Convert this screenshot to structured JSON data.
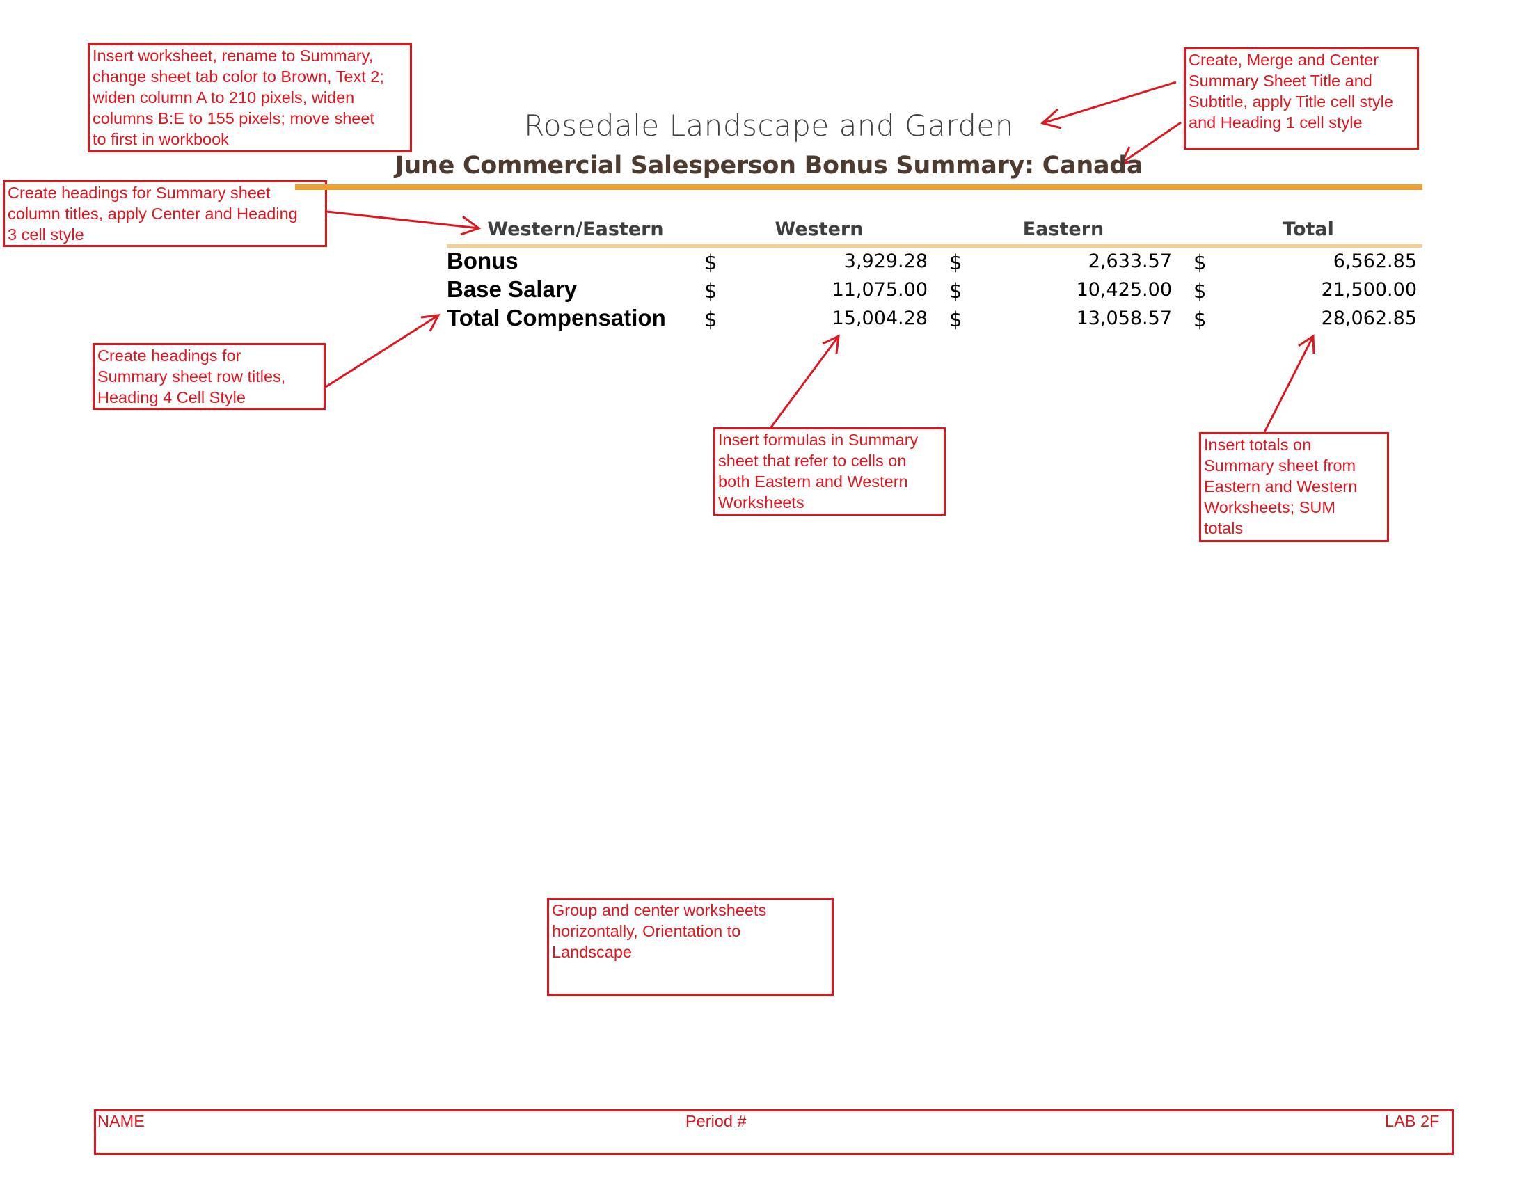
{
  "annotations": {
    "insert_worksheet": "Insert worksheet, rename to Summary,\nchange sheet tab color to Brown, Text 2;\nwiden column A to 210 pixels, widen\ncolumns B:E to 155 pixels; move sheet\nto first in workbook",
    "create_title": "Create, Merge and Center\nSummary Sheet Title and\nSubtitle, apply Title cell style\nand Heading 1 cell style",
    "column_headings": "Create headings for Summary sheet\ncolumn titles, apply Center and  Heading\n3 cell style",
    "row_headings": "Create headings for\nSummary sheet row titles,\nHeading 4 Cell Style",
    "insert_formulas": "Insert formulas in Summary\nsheet that refer to cells on\nboth Eastern and Western\nWorksheets",
    "insert_totals": "Insert totals on\nSummary sheet from\nEastern and Western\nWorksheets; SUM\ntotals",
    "group_center": "Group and center worksheets\nhorizontally, Orientation to\nLandscape"
  },
  "sheet": {
    "title": "Rosedale Landscape and Garden",
    "subtitle": "June Commercial Salesperson Bonus Summary: Canada",
    "column_headers": [
      "Western/Eastern",
      "Western",
      "Eastern",
      "Total"
    ],
    "currency_symbol": "$",
    "rows": [
      {
        "label": "Bonus",
        "western": "3,929.28",
        "eastern": "2,633.57",
        "total": "6,562.85"
      },
      {
        "label": "Base Salary",
        "western": "11,075.00",
        "eastern": "10,425.00",
        "total": "21,500.00"
      },
      {
        "label": "Total Compensation",
        "western": "15,004.28",
        "eastern": "13,058.57",
        "total": "28,062.85"
      }
    ]
  },
  "footer": {
    "name": "NAME",
    "period": "Period #",
    "lab": "LAB 2F"
  },
  "colors": {
    "annotation_red": "#e0161f",
    "title_rule": "#f0a030",
    "heading_rule": "#f9cf8e"
  }
}
